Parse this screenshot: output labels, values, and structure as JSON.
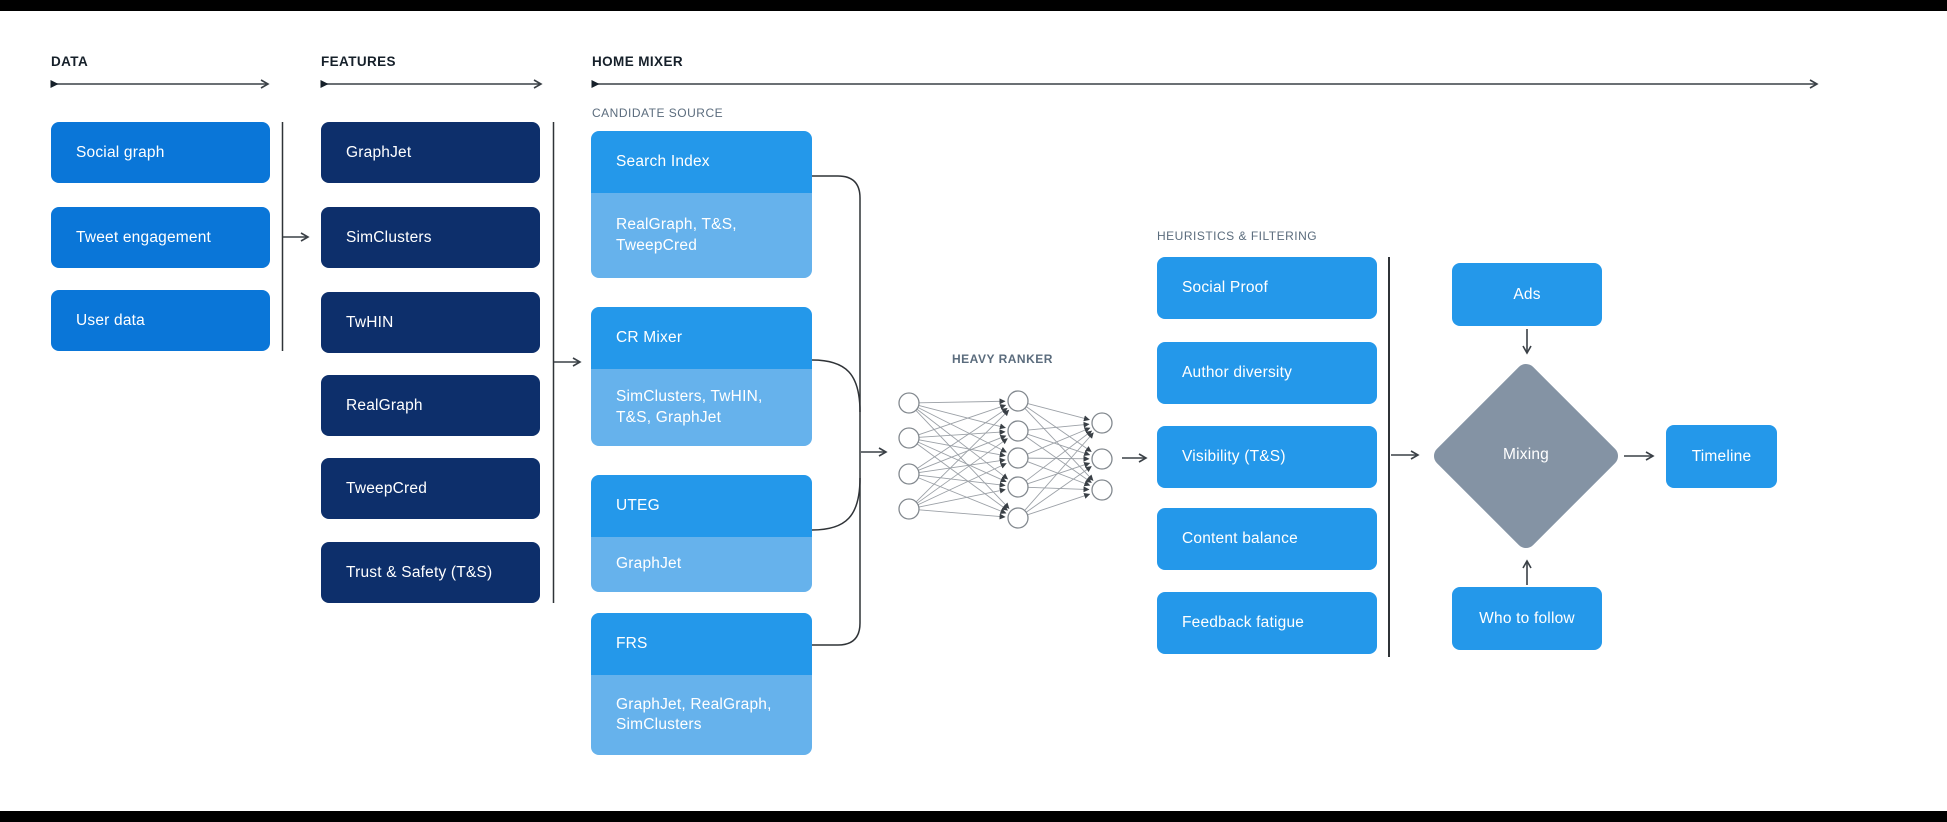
{
  "palette": {
    "data_box_blue": "#0a76d8",
    "feature_box_navy": "#0d2f6b",
    "bright_blue": "#2498ea",
    "light_blue": "#66b2ec",
    "diamond_gray": "#8493a4",
    "arrow_color": "#3a4046",
    "section_label_gray": "#5b6c7d",
    "header_text_color": "#16202a"
  },
  "data_section": {
    "title": "DATA",
    "items": [
      "Social graph",
      "Tweet engagement",
      "User data"
    ]
  },
  "features_section": {
    "title": "FEATURES",
    "items": [
      "GraphJet",
      "SimClusters",
      "TwHIN",
      "RealGraph",
      "TweepCred",
      "Trust & Safety (T&S)"
    ]
  },
  "home_mixer_section": {
    "title": "HOME MIXER",
    "candidate_source_label": "CANDIDATE SOURCE",
    "candidate_groups": [
      {
        "name": "Search Index",
        "sources": "RealGraph, T&S, TweepCred"
      },
      {
        "name": "CR Mixer",
        "sources": "SimClusters, TwHIN, T&S, GraphJet"
      },
      {
        "name": "UTEG",
        "sources": "GraphJet"
      },
      {
        "name": "FRS",
        "sources": "GraphJet, RealGraph, SimClusters"
      }
    ],
    "heavy_ranker_label": "HEAVY RANKER",
    "heuristics_label": "HEURISTICS & FILTERING",
    "heuristics_items": [
      "Social Proof",
      "Author diversity",
      "Visibility (T&S)",
      "Content balance",
      "Feedback fatigue"
    ],
    "ads_label": "Ads",
    "mixing_label": "Mixing",
    "who_to_follow_label": "Who to follow",
    "timeline_label": "Timeline"
  }
}
